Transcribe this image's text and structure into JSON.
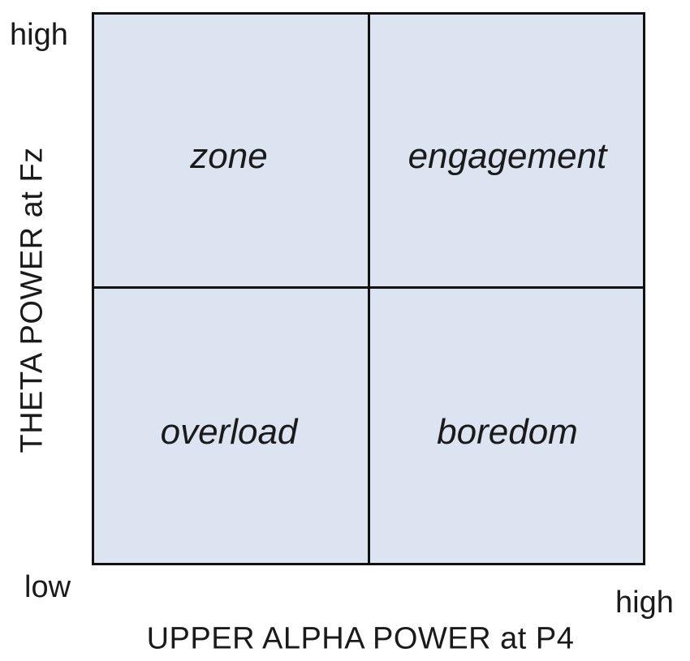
{
  "quadrants": {
    "top_left": "zone",
    "top_right": "engagement",
    "bottom_left": "overload",
    "bottom_right": "boredom"
  },
  "y_axis": {
    "title": "THETA POWER at Fz",
    "high": "high",
    "low": "low"
  },
  "x_axis": {
    "title": "UPPER ALPHA POWER at P4",
    "high": "high"
  },
  "colors": {
    "quadrant_fill": "#dde4f1",
    "grid_lines": "#111111"
  }
}
